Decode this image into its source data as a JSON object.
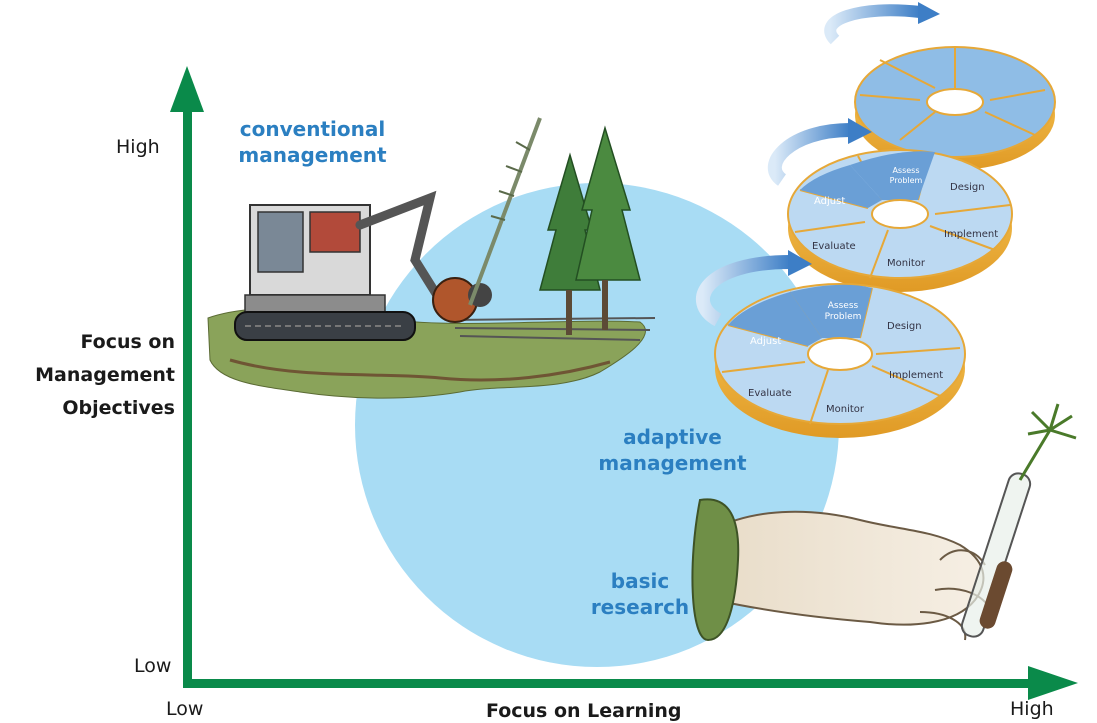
{
  "axes": {
    "y_title_lines": [
      "Focus on",
      "Management",
      "Objectives"
    ],
    "y_high": "High",
    "y_low": "Low",
    "x_title": "Focus on Learning",
    "x_low": "Low",
    "x_high": "High"
  },
  "regions": {
    "conventional": [
      "conventional",
      "management"
    ],
    "adaptive": [
      "adaptive",
      "management"
    ],
    "basic": [
      "basic",
      "research"
    ]
  },
  "cycle": {
    "steps": {
      "assess": [
        "Assess",
        "Problem"
      ],
      "design": "Design",
      "implement": "Implement",
      "monitor": "Monitor",
      "evaluate": "Evaluate",
      "adjust": "Adjust"
    }
  },
  "colors": {
    "axis": "#0a8a4a",
    "bubble": "#a8dcf4",
    "region_text": "#2b7fc1",
    "wheel_light": "#bcd9f2",
    "wheel_mid": "#8fbde6",
    "wheel_dark": "#6a9fd6",
    "wheel_rim": "#f0b43c"
  }
}
